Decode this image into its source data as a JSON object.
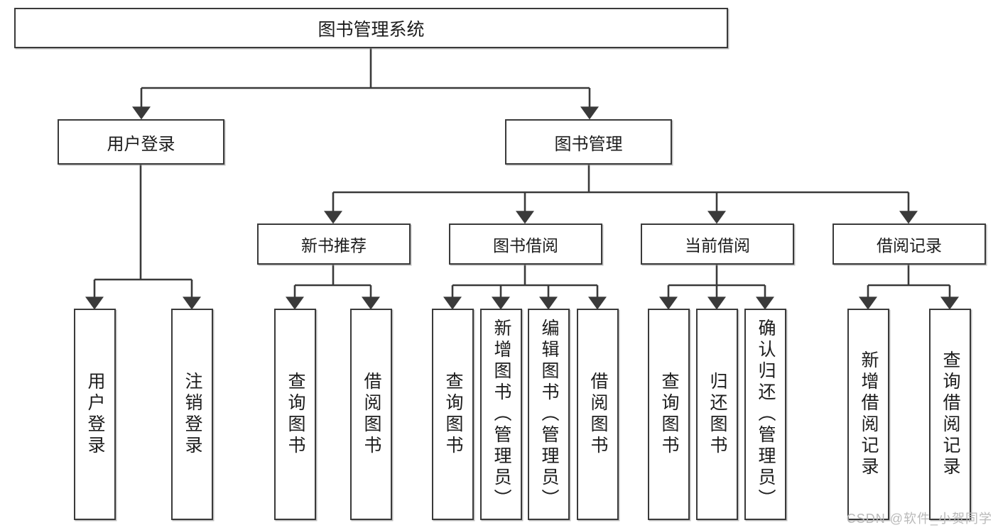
{
  "diagram": {
    "type": "tree-hierarchy-diagram",
    "title": "图书管理系统",
    "root": {
      "label": "图书管理系统"
    },
    "level2": [
      {
        "label": "用户登录"
      },
      {
        "label": "图书管理"
      }
    ],
    "level3": [
      {
        "label": "新书推荐"
      },
      {
        "label": "图书借阅"
      },
      {
        "label": "当前借阅"
      },
      {
        "label": "借阅记录"
      }
    ],
    "leaves": [
      {
        "label": "用户登录"
      },
      {
        "label": "注销登录"
      },
      {
        "label": "查询图书"
      },
      {
        "label": "借阅图书"
      },
      {
        "label": "查询图书"
      },
      {
        "label": "新增图书（管理员）"
      },
      {
        "label": "编辑图书（管理员）"
      },
      {
        "label": "借阅图书"
      },
      {
        "label": "查询图书"
      },
      {
        "label": "归还图书"
      },
      {
        "label": "确认归还（管理员）"
      },
      {
        "label": "新增借阅记录"
      },
      {
        "label": "查询借阅记录"
      }
    ],
    "colors": {
      "stroke": "#3a3a3a",
      "fill": "#ffffff",
      "text": "#1c1c1c",
      "watermark": "#b9b9b9"
    }
  },
  "watermark": {
    "text": "CSDN @软件_小贺同学"
  }
}
